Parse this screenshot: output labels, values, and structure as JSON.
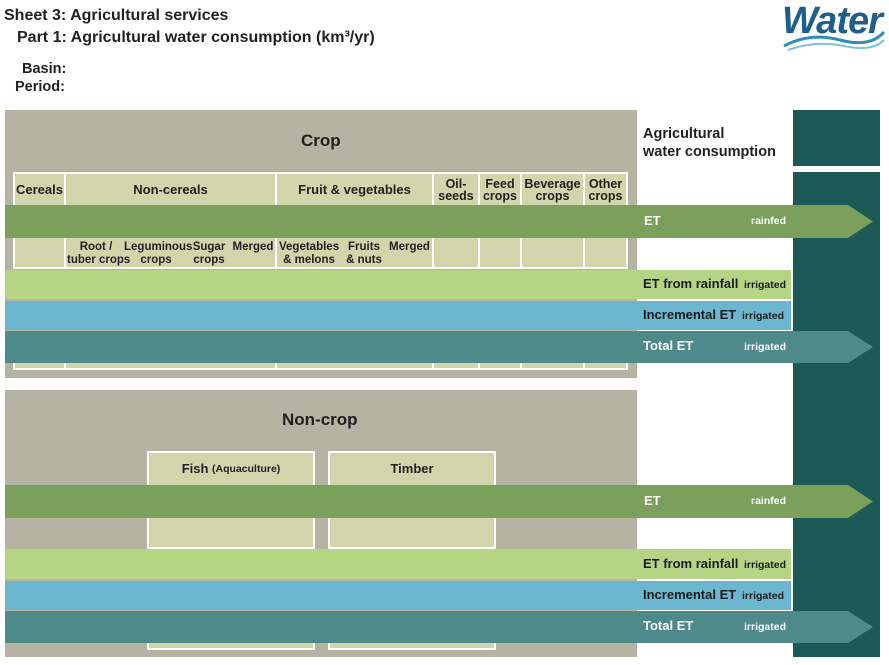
{
  "header": {
    "title": "Sheet 3: Agricultural services",
    "subtitle": "Part 1: Agricultural water consumption (km³/yr)",
    "basin_label": "Basin:",
    "period_label": "Period:",
    "logo_text": "Water"
  },
  "colors": {
    "section_gray": "#b5b4a2",
    "cell_fill": "#d2d4ab",
    "et_rainfed": "#7ba05b",
    "et_from_rainfall": "#b5d584",
    "incremental_et": "#6cb6d0",
    "total_et": "#4f8a8b",
    "consumption_column": "#1c5a57"
  },
  "right_column": {
    "title_line1": "Agricultural",
    "title_line2": "water consumption"
  },
  "crop": {
    "title": "Crop",
    "categories": {
      "cereals": "Cereals",
      "non_cereals": "Non-cereals",
      "fruit_veg": "Fruit & vegetables",
      "oilseeds_1": "Oil-",
      "oilseeds_2": "seeds",
      "feed_1": "Feed",
      "feed_2": "crops",
      "beverage_1": "Beverage",
      "beverage_2": "crops",
      "other_1": "Other",
      "other_2": "crops"
    },
    "subcategories": {
      "root_1": "Root /",
      "root_2": "tuber crops",
      "legum_1": "Leguminous",
      "legum_2": "crops",
      "sugar_1": "Sugar",
      "sugar_2": "crops",
      "merged_nc": "Merged",
      "veg_1": "Vegetables",
      "veg_2": "& melons",
      "fruits_1": "Fruits",
      "fruits_2": "& nuts",
      "merged_fv": "Merged"
    },
    "bands": {
      "et": "ET",
      "et_tag": "rainfed",
      "efr": "ET from rainfall",
      "efr_tag": "irrigated",
      "inc": "Incremental ET",
      "inc_tag": "irrigated",
      "tot": "Total ET",
      "tot_tag": "irrigated"
    }
  },
  "noncrop": {
    "title": "Non-crop",
    "fish": "Fish",
    "fish_note": "(Aquaculture)",
    "timber": "Timber",
    "bands": {
      "et": "ET",
      "et_tag": "rainfed",
      "efr": "ET from rainfall",
      "efr_tag": "irrigated",
      "inc": "Incremental ET",
      "inc_tag": "irrigated",
      "tot": "Total ET",
      "tot_tag": "irrigated"
    }
  }
}
